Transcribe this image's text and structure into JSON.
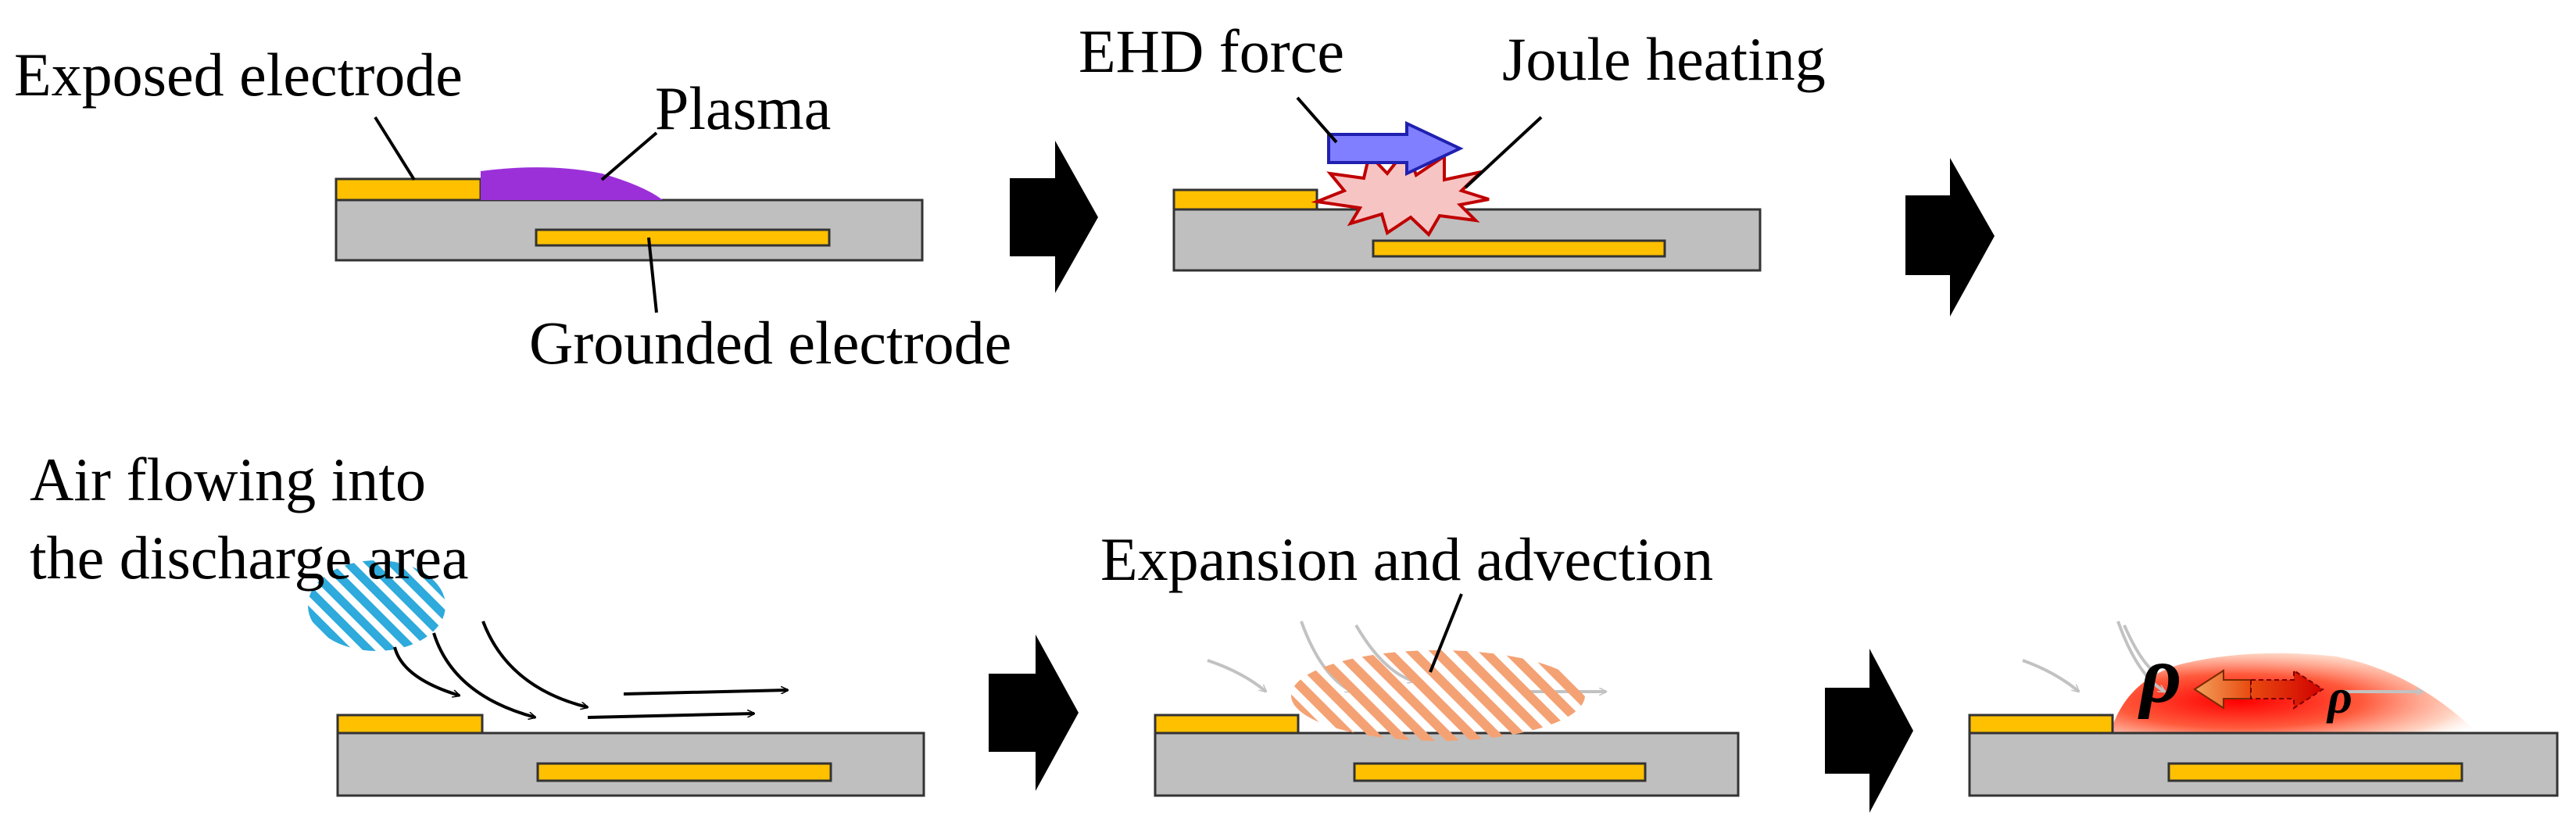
{
  "labels": {
    "exposed_electrode": "Exposed electrode",
    "plasma": "Plasma",
    "grounded_electrode": "Grounded electrode",
    "ehd_force": "EHD force",
    "joule_heating": "Joule heating",
    "air_flowing_line1": "Air flowing into",
    "air_flowing_line2": "the discharge area",
    "expansion_advection": "Expansion and advection",
    "rho_large": "ρ",
    "rho_small": "ρ"
  },
  "colors": {
    "dielectric": "#bfbfbf",
    "electrode": "#ffc000",
    "plasma": "#9b30d9",
    "ehd_arrow": "#7f7fff",
    "joule_star": "#f7c4c4",
    "joule_star_edge": "#c00000",
    "air_hatch": "#2eaadc",
    "expansion_hatch": "#f4a274",
    "density_gradient_high": "#ff0000",
    "density_gradient_low": "#ffe3d3"
  }
}
